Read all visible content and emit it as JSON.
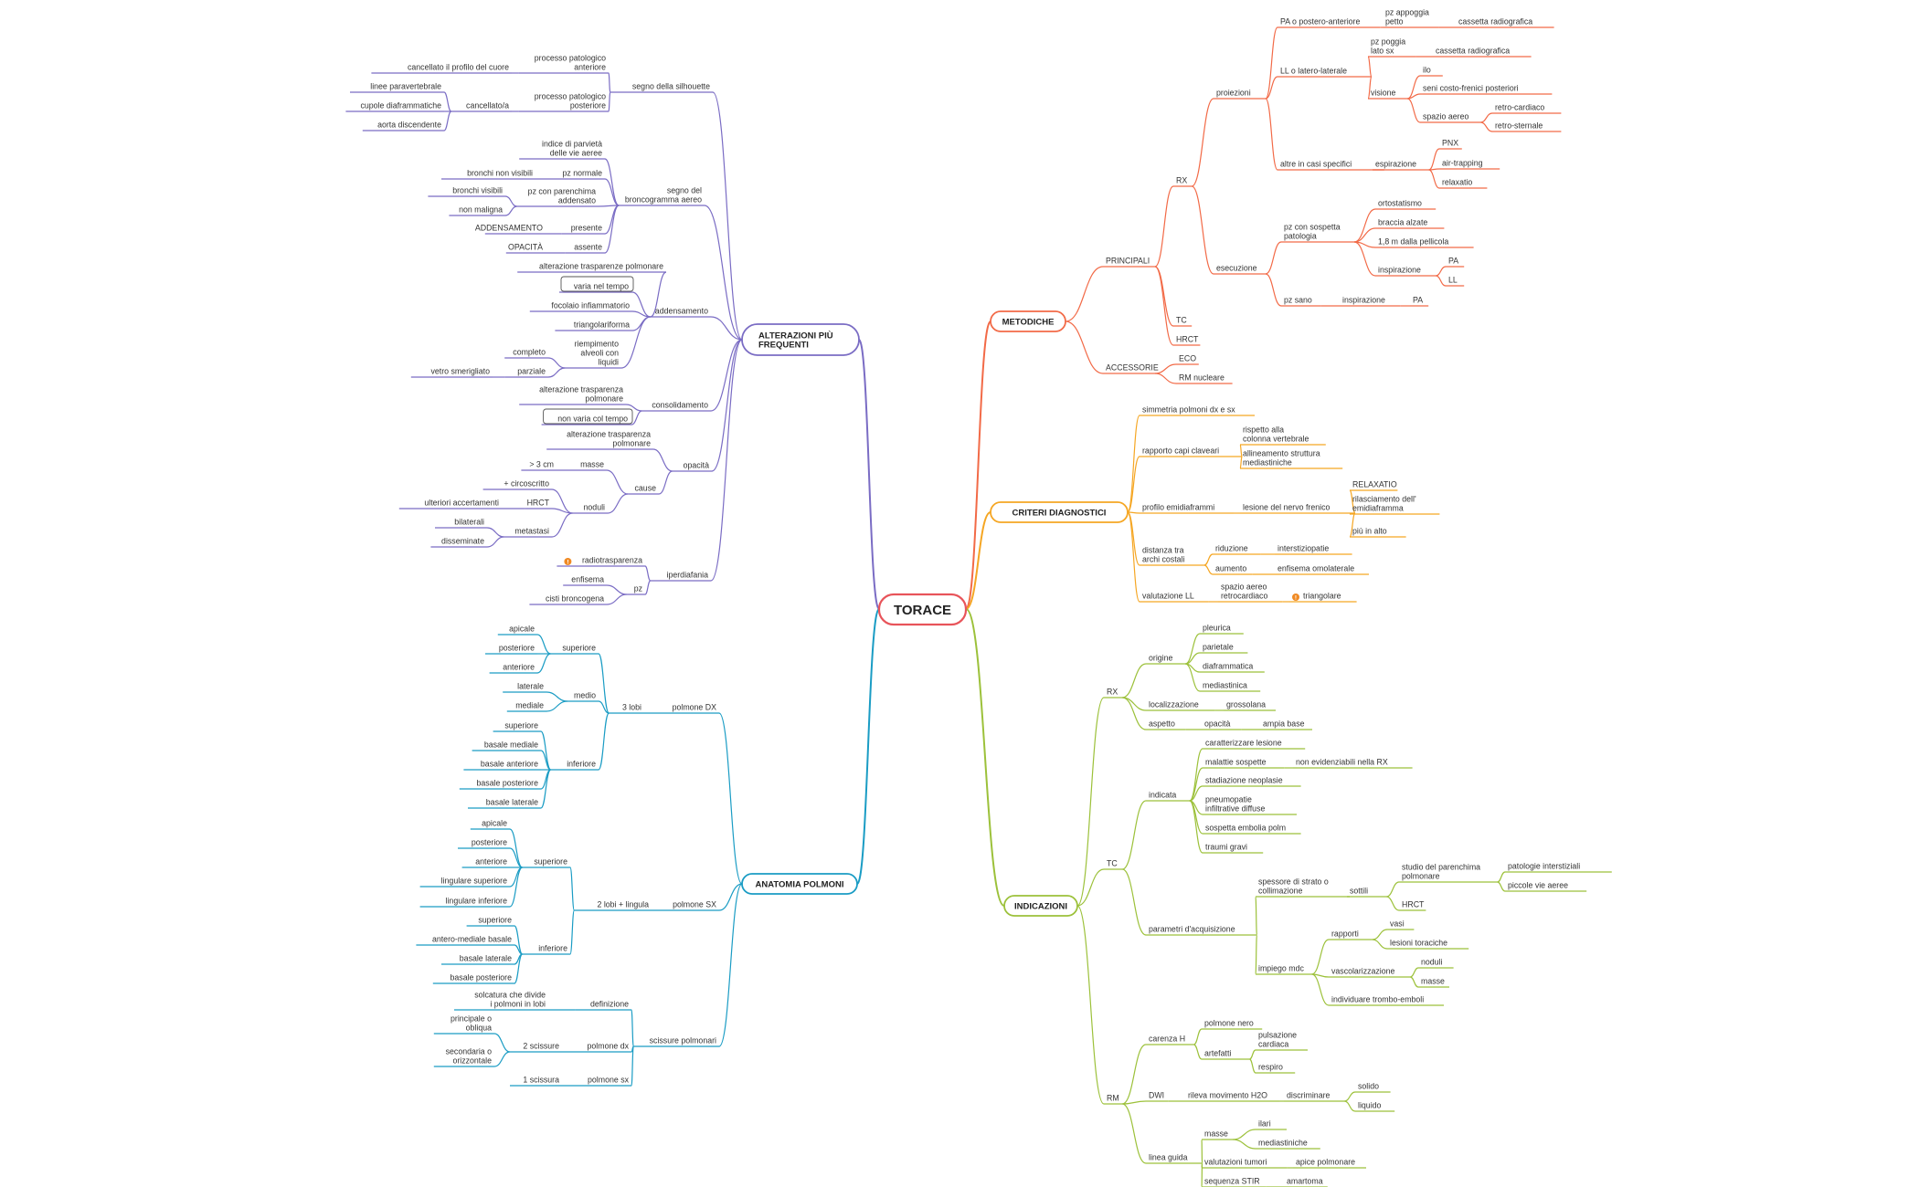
{
  "root": "TORACE",
  "colors": {
    "root": "#e8545a",
    "metodiche": "#f26a47",
    "criteri": "#f5a623",
    "indicazioni": "#9cc13a",
    "anatomia": "#1a9cc4",
    "alterazioni": "#7a6cc4",
    "text": "#333333",
    "warn": "#f08a24"
  },
  "branches": {
    "metodiche": {
      "label": "METODICHE",
      "principali": "PRINCIPALI",
      "rx": "RX",
      "proiezioni": "proiezioni",
      "pa_post_ant": "PA o postero-anteriore",
      "pz_appoggia": [
        "pz appoggia",
        "petto"
      ],
      "cassetta_1": "cassetta radiografica",
      "ll_lat": "LL o latero-laterale",
      "pz_poggia": [
        "pz poggia",
        "lato sx"
      ],
      "cassetta_2": "cassetta radiografica",
      "visione": "visione",
      "ilo": "ilo",
      "seni": "seni costo-frenici posteriori",
      "spazio_aereo": "spazio aereo",
      "retro_cardiaco": "retro-cardiaco",
      "retro_sternale": "retro-sternale",
      "altre": "altre in casi specifici",
      "espirazione": "espirazione",
      "pnx": "PNX",
      "air_trapping": "air-trapping",
      "relaxatio": "relaxatio",
      "esecuzione": "esecuzione",
      "pz_sospetta": [
        "pz con sospetta",
        "patologia"
      ],
      "ortostatismo": "ortostatismo",
      "braccia": "braccia alzate",
      "metri": "1,8 m dalla pellicola",
      "inspirazione": "inspirazione",
      "pa": "PA",
      "ll": "LL",
      "pz_sano": "pz sano",
      "inspirazione_2": "inspirazione",
      "pa_2": "PA",
      "tc": "TC",
      "hrct": "HRCT",
      "accessorie": "ACCESSORIE",
      "eco": "ECO",
      "rm": "RM nucleare"
    },
    "criteri": {
      "label": "CRITERI DIAGNOSTICI",
      "simmetria": "simmetria polmoni dx e sx",
      "rapporto": "rapporto capi claveari",
      "rispetto": [
        "rispetto alla",
        "colonna vertebrale"
      ],
      "allineamento": [
        "allineamento struttura",
        "mediastiniche"
      ],
      "profilo": "profilo emidiaframmi",
      "lesione": "lesione del nervo frenico",
      "relaxatio_up": "RELAXATIO",
      "rilasciamento": [
        "rilasciamento dell'",
        "emidiaframma"
      ],
      "piu_alto": "più in alto",
      "distanza": [
        "distanza tra",
        "archi costali"
      ],
      "riduzione": "riduzione",
      "interstiziopatia": "interstiziopatie",
      "aumento": "aumento",
      "enfisema_omo": "enfisema omolaterale",
      "valutazione_ll": "valutazione LL",
      "spazio_retro": [
        "spazio aereo",
        "retrocardiaco"
      ],
      "triangolare": "triangolare"
    },
    "indicazioni": {
      "label": "INDICAZIONI",
      "rx": "RX",
      "origine": "origine",
      "pleurica": "pleurica",
      "parietale": "parietale",
      "diaframmatica": "diaframmatica",
      "mediastinica": "mediastinica",
      "localizzazione": "localizzazione",
      "grossolana": "grossolana",
      "aspetto": "aspetto",
      "opacita": "opacità",
      "ampia_base": "ampia base",
      "tc": "TC",
      "indicata": "indicata",
      "caratterizzare": "caratterizzare lesione",
      "malattie": "malattie sospette",
      "non_evid": "non evidenziabili nella RX",
      "stadiazione": "stadiazione neoplasie",
      "pneumopatie": [
        "pneumopatie",
        "infiltrative diffuse"
      ],
      "sospetta_embolia": "sospetta embolia polm",
      "traumi": "traumi gravi",
      "parametri": "parametri d'acquisizione",
      "spessore": [
        "spessore di strato o",
        "collimazione"
      ],
      "sottili": "sottili",
      "studio": [
        "studio del parenchima",
        "polmonare"
      ],
      "patologie_int": "patologie interstiziali",
      "piccole": "piccole vie aeree",
      "hrct": "HRCT",
      "impiego": "impiego mdc",
      "rapporti": "rapporti",
      "vasi": "vasi",
      "lesioni_tor": "lesioni toraciche",
      "vascolarizzazione": "vascolarizzazione",
      "noduli": "noduli",
      "masse": "masse",
      "trombo": "individuare trombo-emboli",
      "rm": "RM",
      "carenza": "carenza H",
      "polmone_nero": "polmone nero",
      "artefatti": "artefatti",
      "pulsazione": [
        "pulsazione",
        "cardiaca"
      ],
      "respiro": "respiro",
      "dwi": "DWI",
      "rileva": "rileva movimento H2O",
      "discriminare": "discriminare",
      "solido": "solido",
      "liquido": "liquido",
      "linea_guida": "linea guida",
      "masse_2": "masse",
      "ilari": "ilari",
      "mediastiniche": "mediastiniche",
      "valutazioni": "valutazioni tumori",
      "apice": "apice polmonare",
      "sequenza": "sequenza STIR",
      "amartoma": "amartoma"
    },
    "alterazioni": {
      "label": [
        "ALTERAZIONI PIÙ",
        "FREQUENTI"
      ],
      "silhouette": "segno della silhouette",
      "proc_ant": [
        "processo patologico",
        "anteriore"
      ],
      "cancellato": "cancellato il profilo del cuore",
      "proc_post": [
        "processo patologico",
        "posteriore"
      ],
      "cancellato_a": "cancellato/a",
      "linee_para": "linee paravertebrale",
      "cupole": "cupole diaframmatiche",
      "aorta": "aorta discendente",
      "broncogramma": [
        "segno del",
        "broncogramma aereo"
      ],
      "indice": [
        "indice di parvietà",
        "delle vie aeree"
      ],
      "pz_normale": "pz normale",
      "bronchi_non": "bronchi non visibili",
      "pz_parenchima": [
        "pz con parenchima",
        "addensato"
      ],
      "bronchi_vis": "bronchi visibili",
      "non_maligna": "non maligna",
      "presente": "presente",
      "addensamento_up": "ADDENSAMENTO",
      "assente": "assente",
      "opacita_up": "OPACITÀ",
      "addensamento": "addensamento",
      "alterazione_1": "alterazione trasparenze polmonare",
      "varia": "varia nel tempo",
      "focolaio": "focolaio infiammatorio",
      "triangolariforma": "triangolariforma",
      "riempimento": [
        "riempimento",
        "alveoli con",
        "liquidi"
      ],
      "completo": "completo",
      "parziale": "parziale",
      "vetro": "vetro smerigliato",
      "consolidamento": "consolidamento",
      "alterazione_2": [
        "alterazione trasparenza",
        "polmonare"
      ],
      "non_varia": "non varia col tempo",
      "opacita": "opacità",
      "alterazione_3": [
        "alterazione trasparenza",
        "polmonare"
      ],
      "cause": "cause",
      "masse": "masse",
      "gt3": "> 3 cm",
      "noduli": "noduli",
      "circoscritto": "+ circoscritto",
      "hrct": "HRCT",
      "ulteriori": "ulteriori accertamenti",
      "metastasi": "metastasi",
      "bilaterali": "bilaterali",
      "disseminate": "disseminate",
      "iperdiafania": "iperdiafania",
      "radiotrasparenza": "radiotrasparenza",
      "pz": "pz",
      "enfisema": "enfisema",
      "cisti": "cisti broncogena"
    },
    "anatomia": {
      "label": "ANATOMIA POLMONI",
      "polmone_dx": "polmone DX",
      "tre_lobi": "3 lobi",
      "superiore": "superiore",
      "apicale": "apicale",
      "posteriore": "posteriore",
      "anteriore": "anteriore",
      "medio": "medio",
      "laterale": "laterale",
      "mediale": "mediale",
      "inferiore": "inferiore",
      "sup_inf": "superiore",
      "basale_mediale": "basale mediale",
      "basale_anteriore": "basale anteriore",
      "basale_posteriore": "basale posteriore",
      "basale_laterale": "basale laterale",
      "polmone_sx": "polmone SX",
      "due_lobi": "2 lobi + lingula",
      "superiore_sx": "superiore",
      "apicale_sx": "apicale",
      "posteriore_sx": "posteriore",
      "anteriore_sx": "anteriore",
      "lingulare_sup": "lingulare superiore",
      "lingulare_inf": "lingulare inferiore",
      "inferiore_sx": "inferiore",
      "superiore_inf_sx": "superiore",
      "antero_mediale": "antero-mediale basale",
      "basale_laterale_sx": "basale laterale",
      "basale_posteriore_sx": "basale posteriore",
      "scissure": "scissure polmonari",
      "definizione": "definizione",
      "solcatura": [
        "solcatura che divide",
        "i polmoni in lobi"
      ],
      "polmone_dx_2": "polmone dx",
      "due_scissure": "2 scissure",
      "principale": [
        "principale o",
        "obliqua"
      ],
      "secondaria": [
        "secondaria o",
        "orizzontale"
      ],
      "polmone_sx_2": "polmone sx",
      "una_scissura": "1 scissura"
    }
  }
}
